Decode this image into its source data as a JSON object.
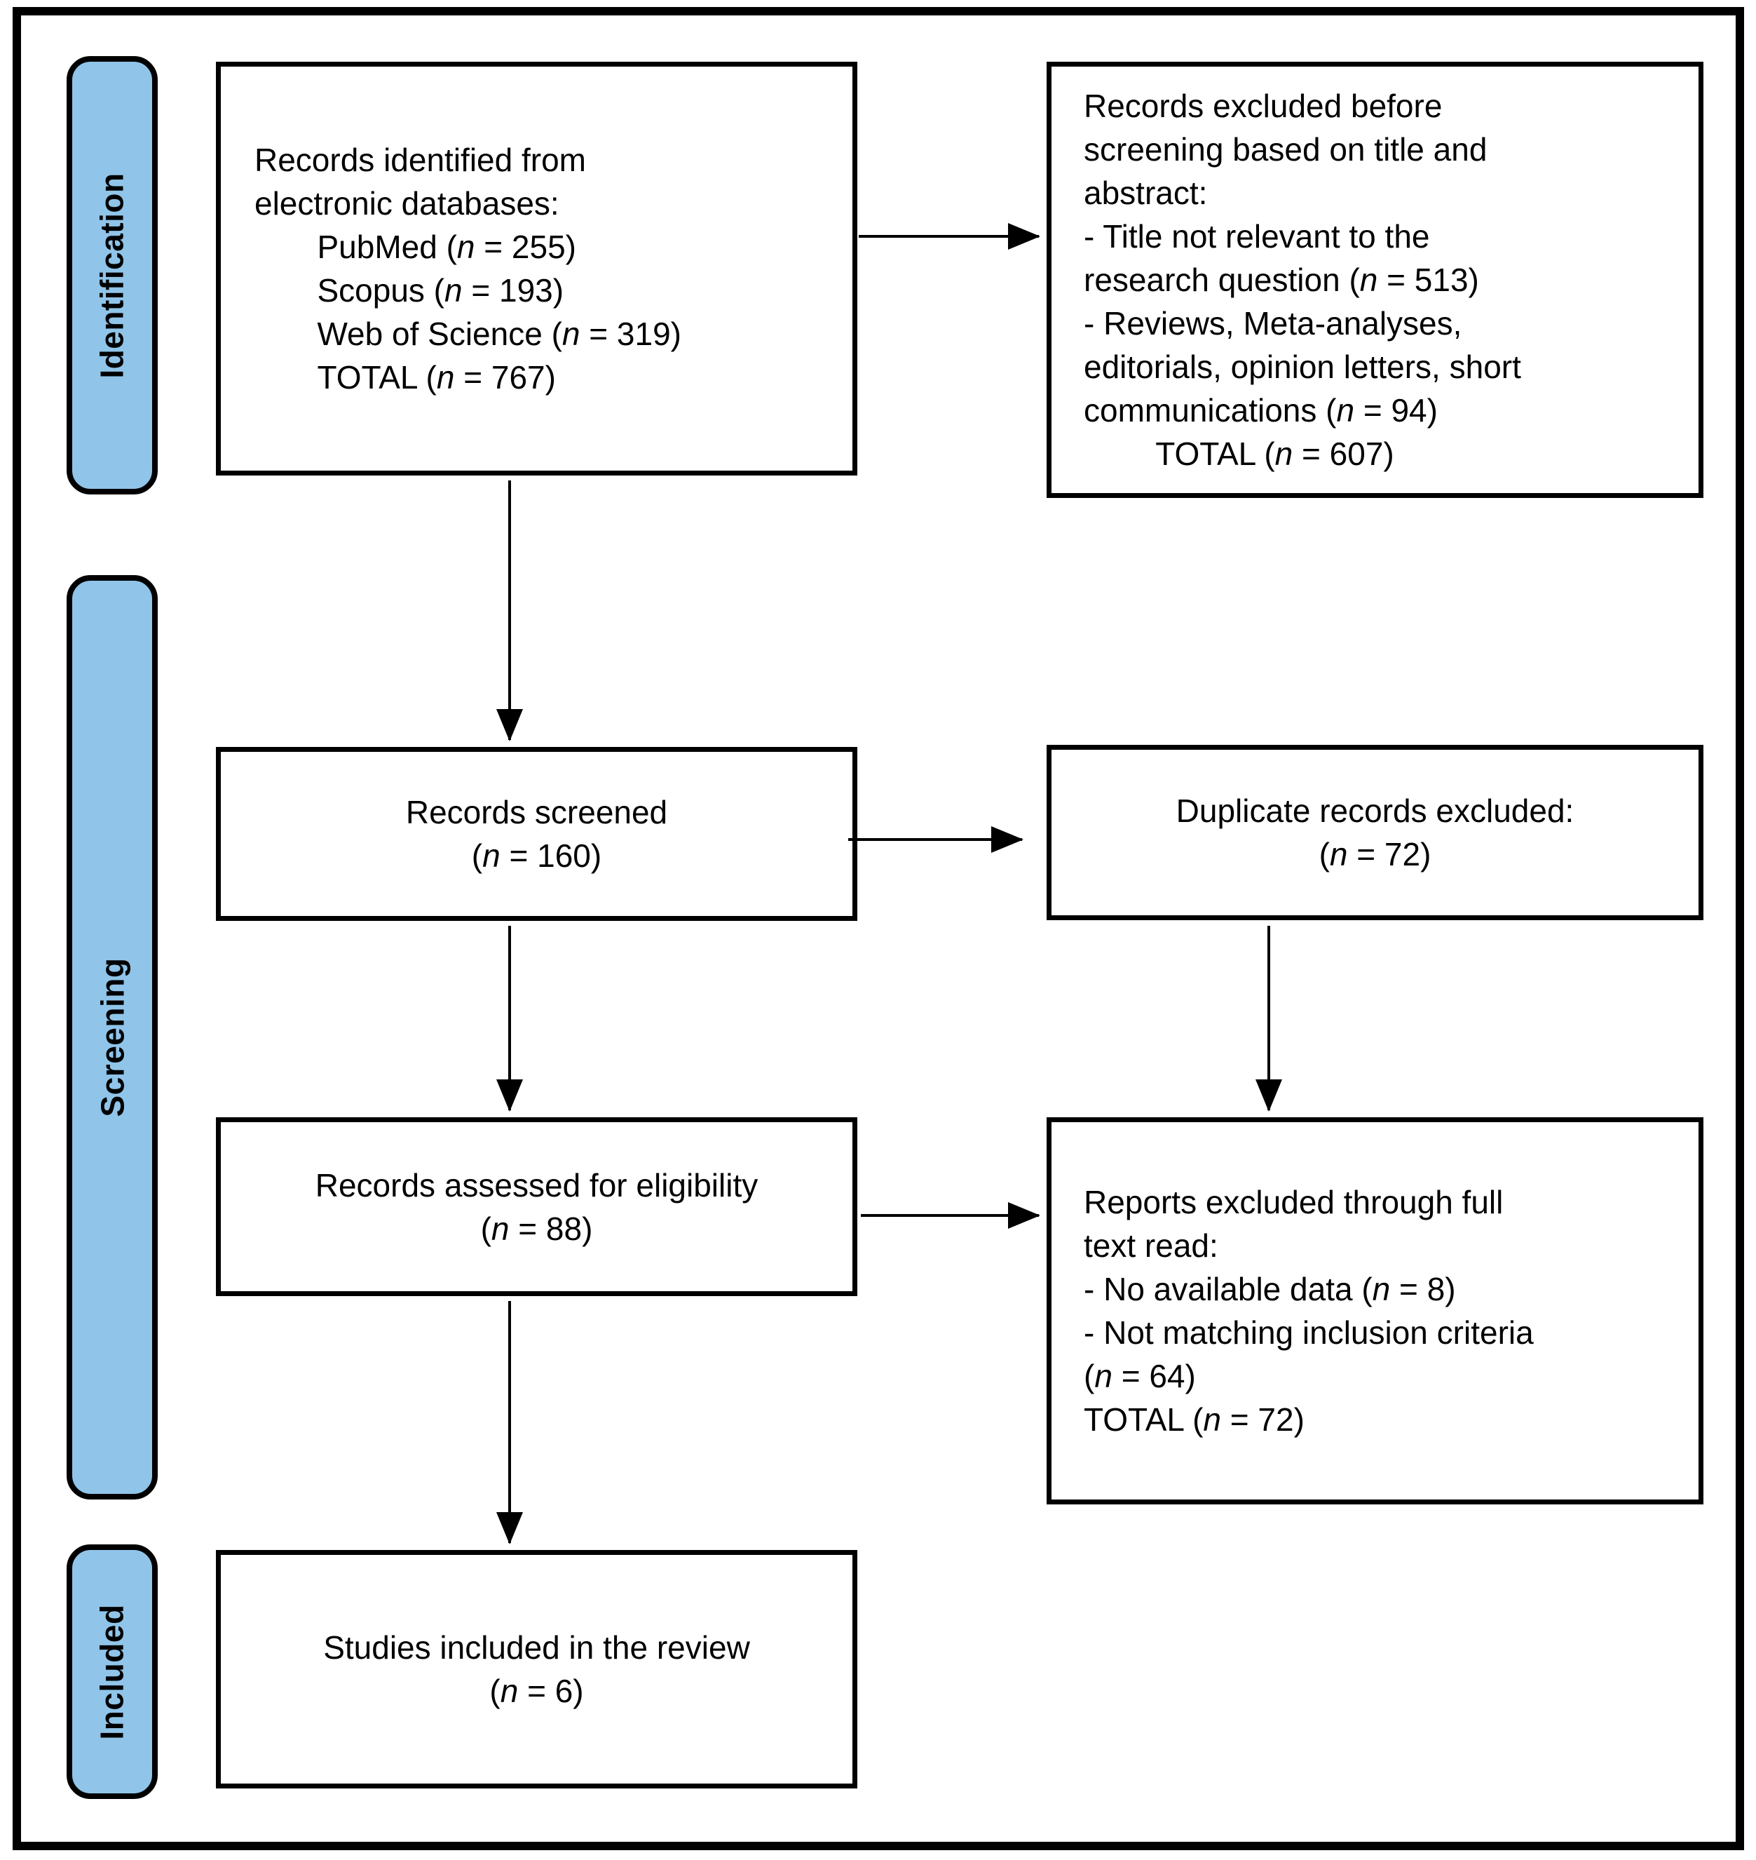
{
  "diagram": {
    "sidebar": {
      "identification": "Identification",
      "screening": "Screening",
      "included": "Included"
    },
    "boxes": {
      "identified": {
        "lines": [
          "Records identified from",
          "electronic databases:",
          "       PubMed (n = 255)",
          "       Scopus (n = 193)",
          "       Web of Science (n = 319)",
          "       TOTAL (n = 767)"
        ]
      },
      "excluded_screening": {
        "lines": [
          "Records excluded before",
          "screening based on title and",
          "abstract:",
          "- Title not relevant to the",
          "research question (n = 513)",
          "- Reviews, Meta-analyses,",
          "editorials, opinion letters, short",
          "communications (n = 94)",
          "        TOTAL (n = 607)"
        ]
      },
      "screened": {
        "lines": [
          "Records screened",
          "(n = 160)"
        ]
      },
      "duplicates": {
        "lines": [
          "Duplicate records excluded:",
          "(n = 72)"
        ]
      },
      "assessed": {
        "lines": [
          "Records assessed for eligibility",
          "(n = 88)"
        ]
      },
      "excluded_fulltext": {
        "lines": [
          "Reports excluded through full",
          "text read:",
          "- No available data (n = 8)",
          "- Not matching inclusion criteria",
          "(n = 64)",
          "TOTAL (n = 72)"
        ]
      },
      "included_studies": {
        "lines": [
          "Studies included in the review",
          "(n = 6)"
        ]
      }
    },
    "colors": {
      "stage_fill": "#90C4E9",
      "line": "#000000",
      "background": "#FFFFFF"
    }
  }
}
